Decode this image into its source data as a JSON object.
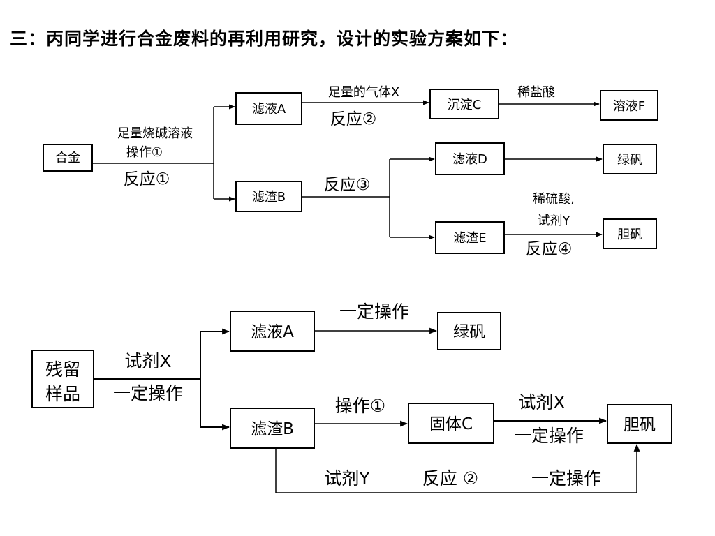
{
  "title": "三：丙同学进行合金废料的再利用研究，设计的实验方案如下：",
  "diagram1": {
    "nodes": {
      "alloy": "合金",
      "filtrate_a": "滤液A",
      "precipitate_c": "沉淀C",
      "solution_f": "溶液F",
      "residue_b": "滤渣B",
      "filtrate_d": "滤液D",
      "green_vitriol": "绿矾",
      "residue_e": "滤渣E",
      "blue_vitriol": "胆矾"
    },
    "labels": {
      "naoh": "足量烧碱溶液",
      "op1": "操作①",
      "rx1": "反应①",
      "gas_x": "足量的气体X",
      "rx2": "反应②",
      "hcl": "稀盐酸",
      "rx3": "反应③",
      "h2so4": "稀硫酸,",
      "reagent_y": "试剂Y",
      "rx4": "反应④"
    }
  },
  "diagram2": {
    "nodes": {
      "sample_line1": "残留",
      "sample_line2": "样品",
      "filtrate_a": "滤液A",
      "green_vitriol": "绿矾",
      "residue_b": "滤渣B",
      "solid_c": "固体C",
      "blue_vitriol": "胆矾"
    },
    "labels": {
      "reagent_x": "试剂X",
      "certain_op": "一定操作",
      "certain_op_a": "一定操作",
      "op1": "操作①",
      "reagent_x2": "试剂X",
      "certain_op_c": "一定操作",
      "reagent_y": "试剂Y",
      "rx2": "反应 ②",
      "certain_op_bottom": "一定操作"
    }
  }
}
